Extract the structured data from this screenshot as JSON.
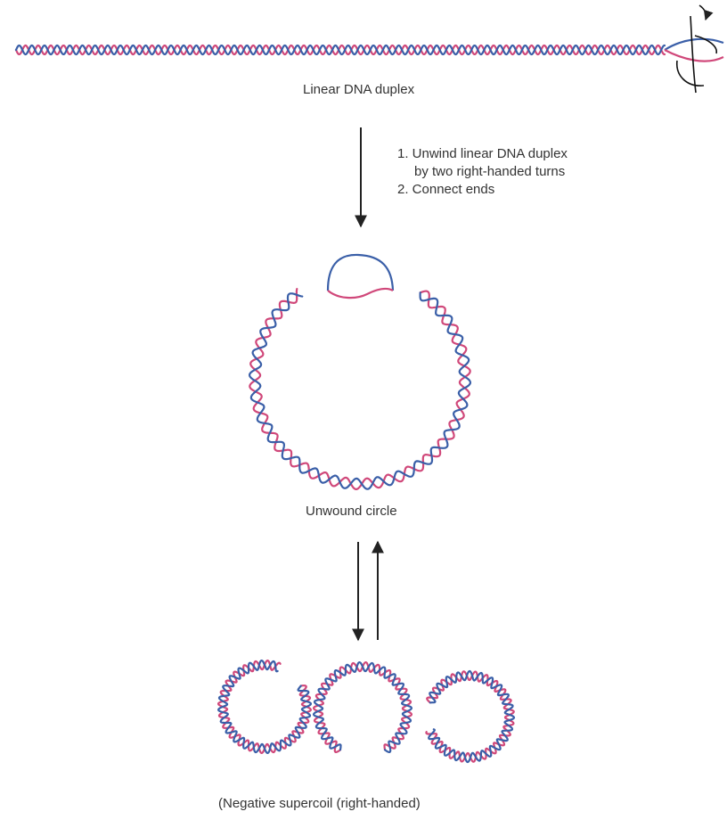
{
  "labels": {
    "linear": "Linear DNA duplex",
    "unwound": "Unwound circle",
    "supercoil": "(Negative supercoil (right-handed)"
  },
  "steps": {
    "step1_line1": "1. Unwind linear DNA duplex",
    "step1_line2": "by two right-handed turns",
    "step2": "2. Connect ends"
  },
  "colors": {
    "strand_a": "#d0487a",
    "strand_b": "#3a5fa8",
    "arrow": "#222222"
  },
  "icons": [
    "rotation-arrow-icon",
    "down-arrow-icon",
    "equilibrium-arrows-icon"
  ]
}
